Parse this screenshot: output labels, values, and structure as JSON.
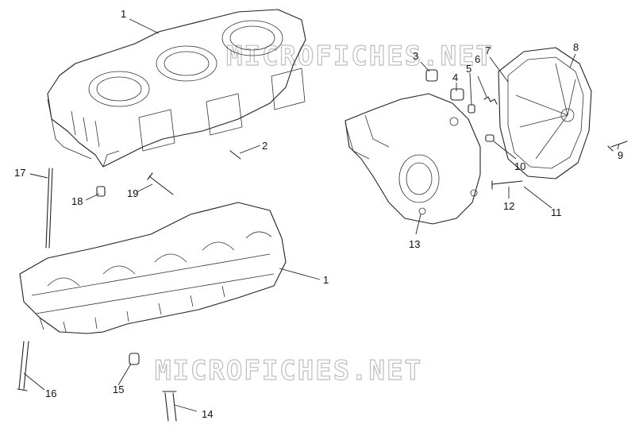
{
  "watermarks": [
    "MICROFICHES.NET",
    "MICROFICHES.NET"
  ],
  "callouts": [
    "1",
    "2",
    "3",
    "4",
    "5",
    "6",
    "7",
    "8",
    "9",
    "10",
    "11",
    "12",
    "13",
    "14",
    "15",
    "16",
    "17",
    "18",
    "19",
    "1"
  ],
  "colors": {
    "ink": "#222222",
    "watermark": "#bdbdbd",
    "background": "#ffffff"
  }
}
